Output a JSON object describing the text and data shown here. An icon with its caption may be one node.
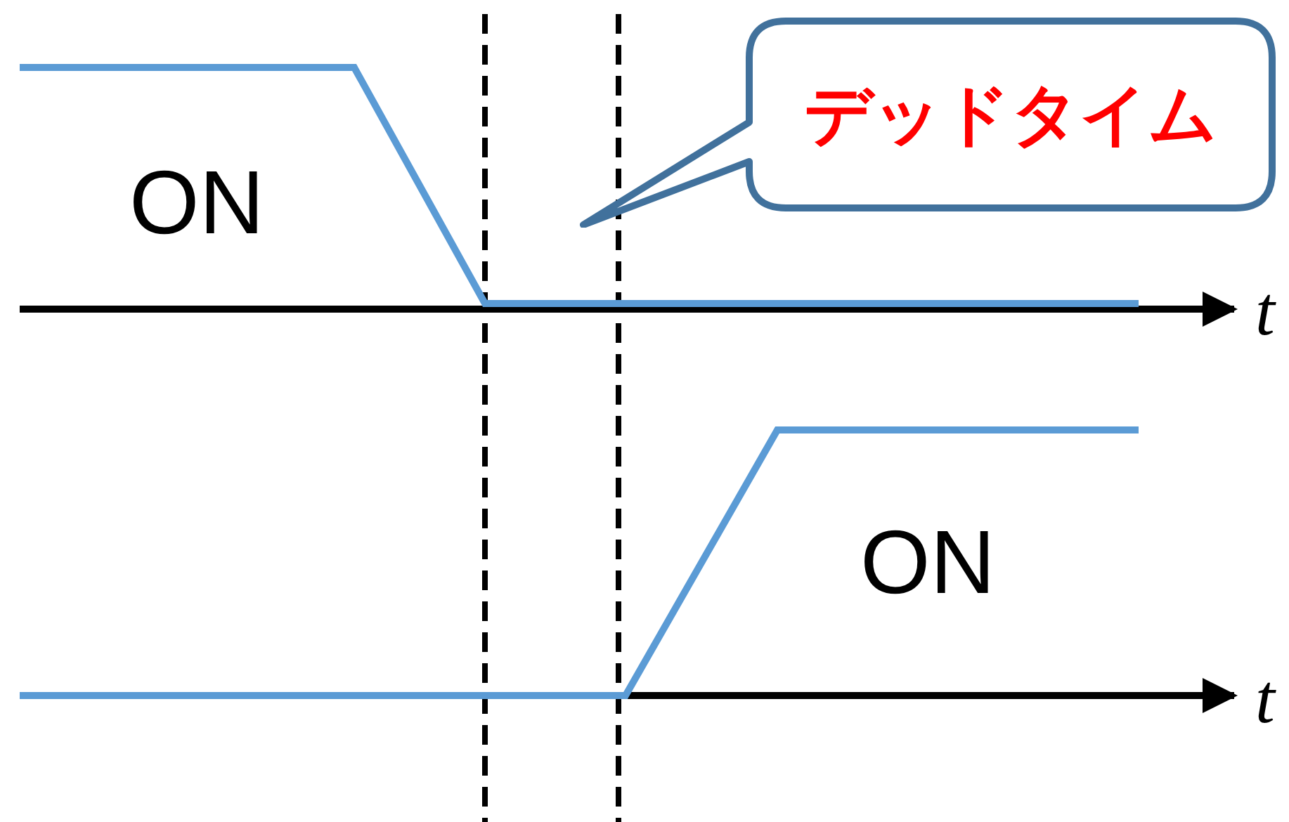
{
  "diagram": {
    "nodes": [
      {
        "text": [
          "デッドタイム"
        ]
      }
    ],
    "labels": [
      "ON",
      "t",
      "ON",
      "t"
    ]
  }
}
